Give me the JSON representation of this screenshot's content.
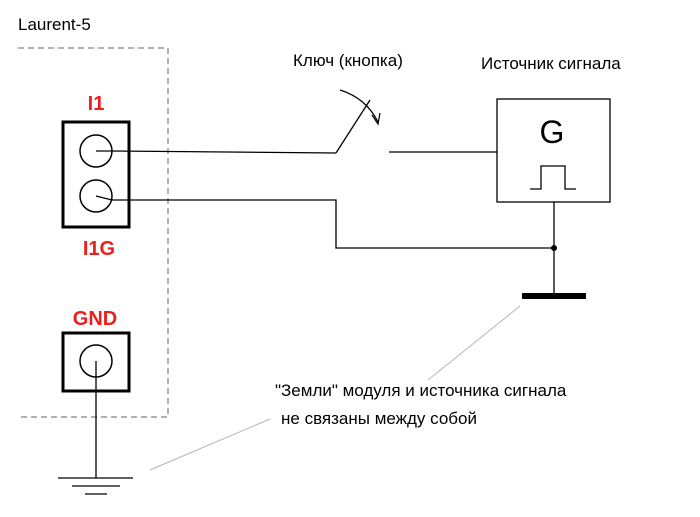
{
  "module": {
    "name": "Laurent-5",
    "pin_i1": "I1",
    "pin_i1g": "I1G",
    "pin_gnd": "GND"
  },
  "switch": {
    "label": "Ключ (кнопка)"
  },
  "source": {
    "label": "Источник сигнала",
    "symbol": "G"
  },
  "note": {
    "line1": "\"Земли\" модуля и источника сигнала",
    "line2": "не связаны между собой"
  },
  "colors": {
    "pin_label": "#e8211e",
    "line": "#000000",
    "dashed_border": "#999999",
    "leader": "#b4b4b4"
  },
  "icons": [
    "terminal-circle-icon",
    "ground-symbol-icon",
    "pulse-waveform-icon",
    "switch-arrow-icon"
  ]
}
